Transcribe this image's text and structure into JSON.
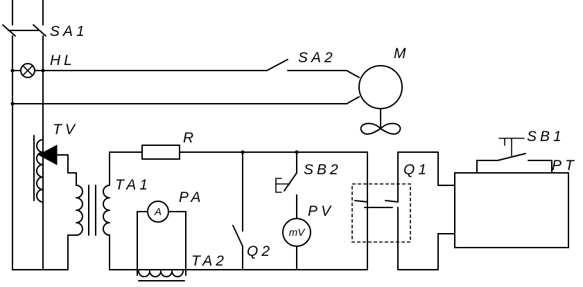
{
  "labels": {
    "sa1": "SA1",
    "hl": "HL",
    "sa2": "SA2",
    "m": "M",
    "tv": "TV",
    "r": "R",
    "sb1": "SB1",
    "pt": "PT",
    "ta1": "TA1",
    "pa": "PA",
    "sb2": "SB2",
    "q1": "Q1",
    "pv": "PV",
    "ta2": "TA2",
    "q2": "Q2"
  },
  "meters": {
    "ammeter": "A",
    "millivoltmeter": "mV"
  }
}
